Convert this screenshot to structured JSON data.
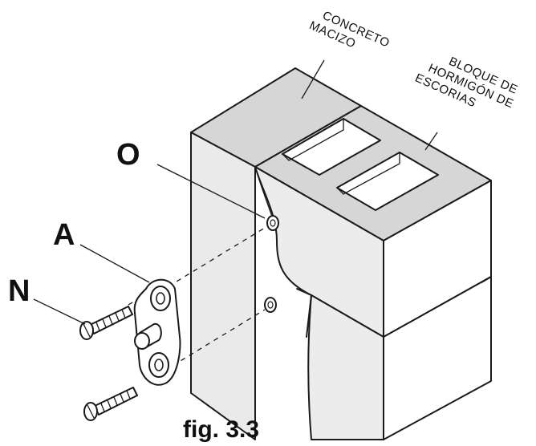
{
  "labels": {
    "O": "O",
    "A": "A",
    "N": "N"
  },
  "annotations": {
    "solid_concrete": [
      "CONCRETO",
      "MACIZO"
    ],
    "cinder_block": [
      "BLOQUE DE",
      "HORMIGÓN DE",
      "ESCORIAS"
    ]
  },
  "caption": "fig. 3.3"
}
